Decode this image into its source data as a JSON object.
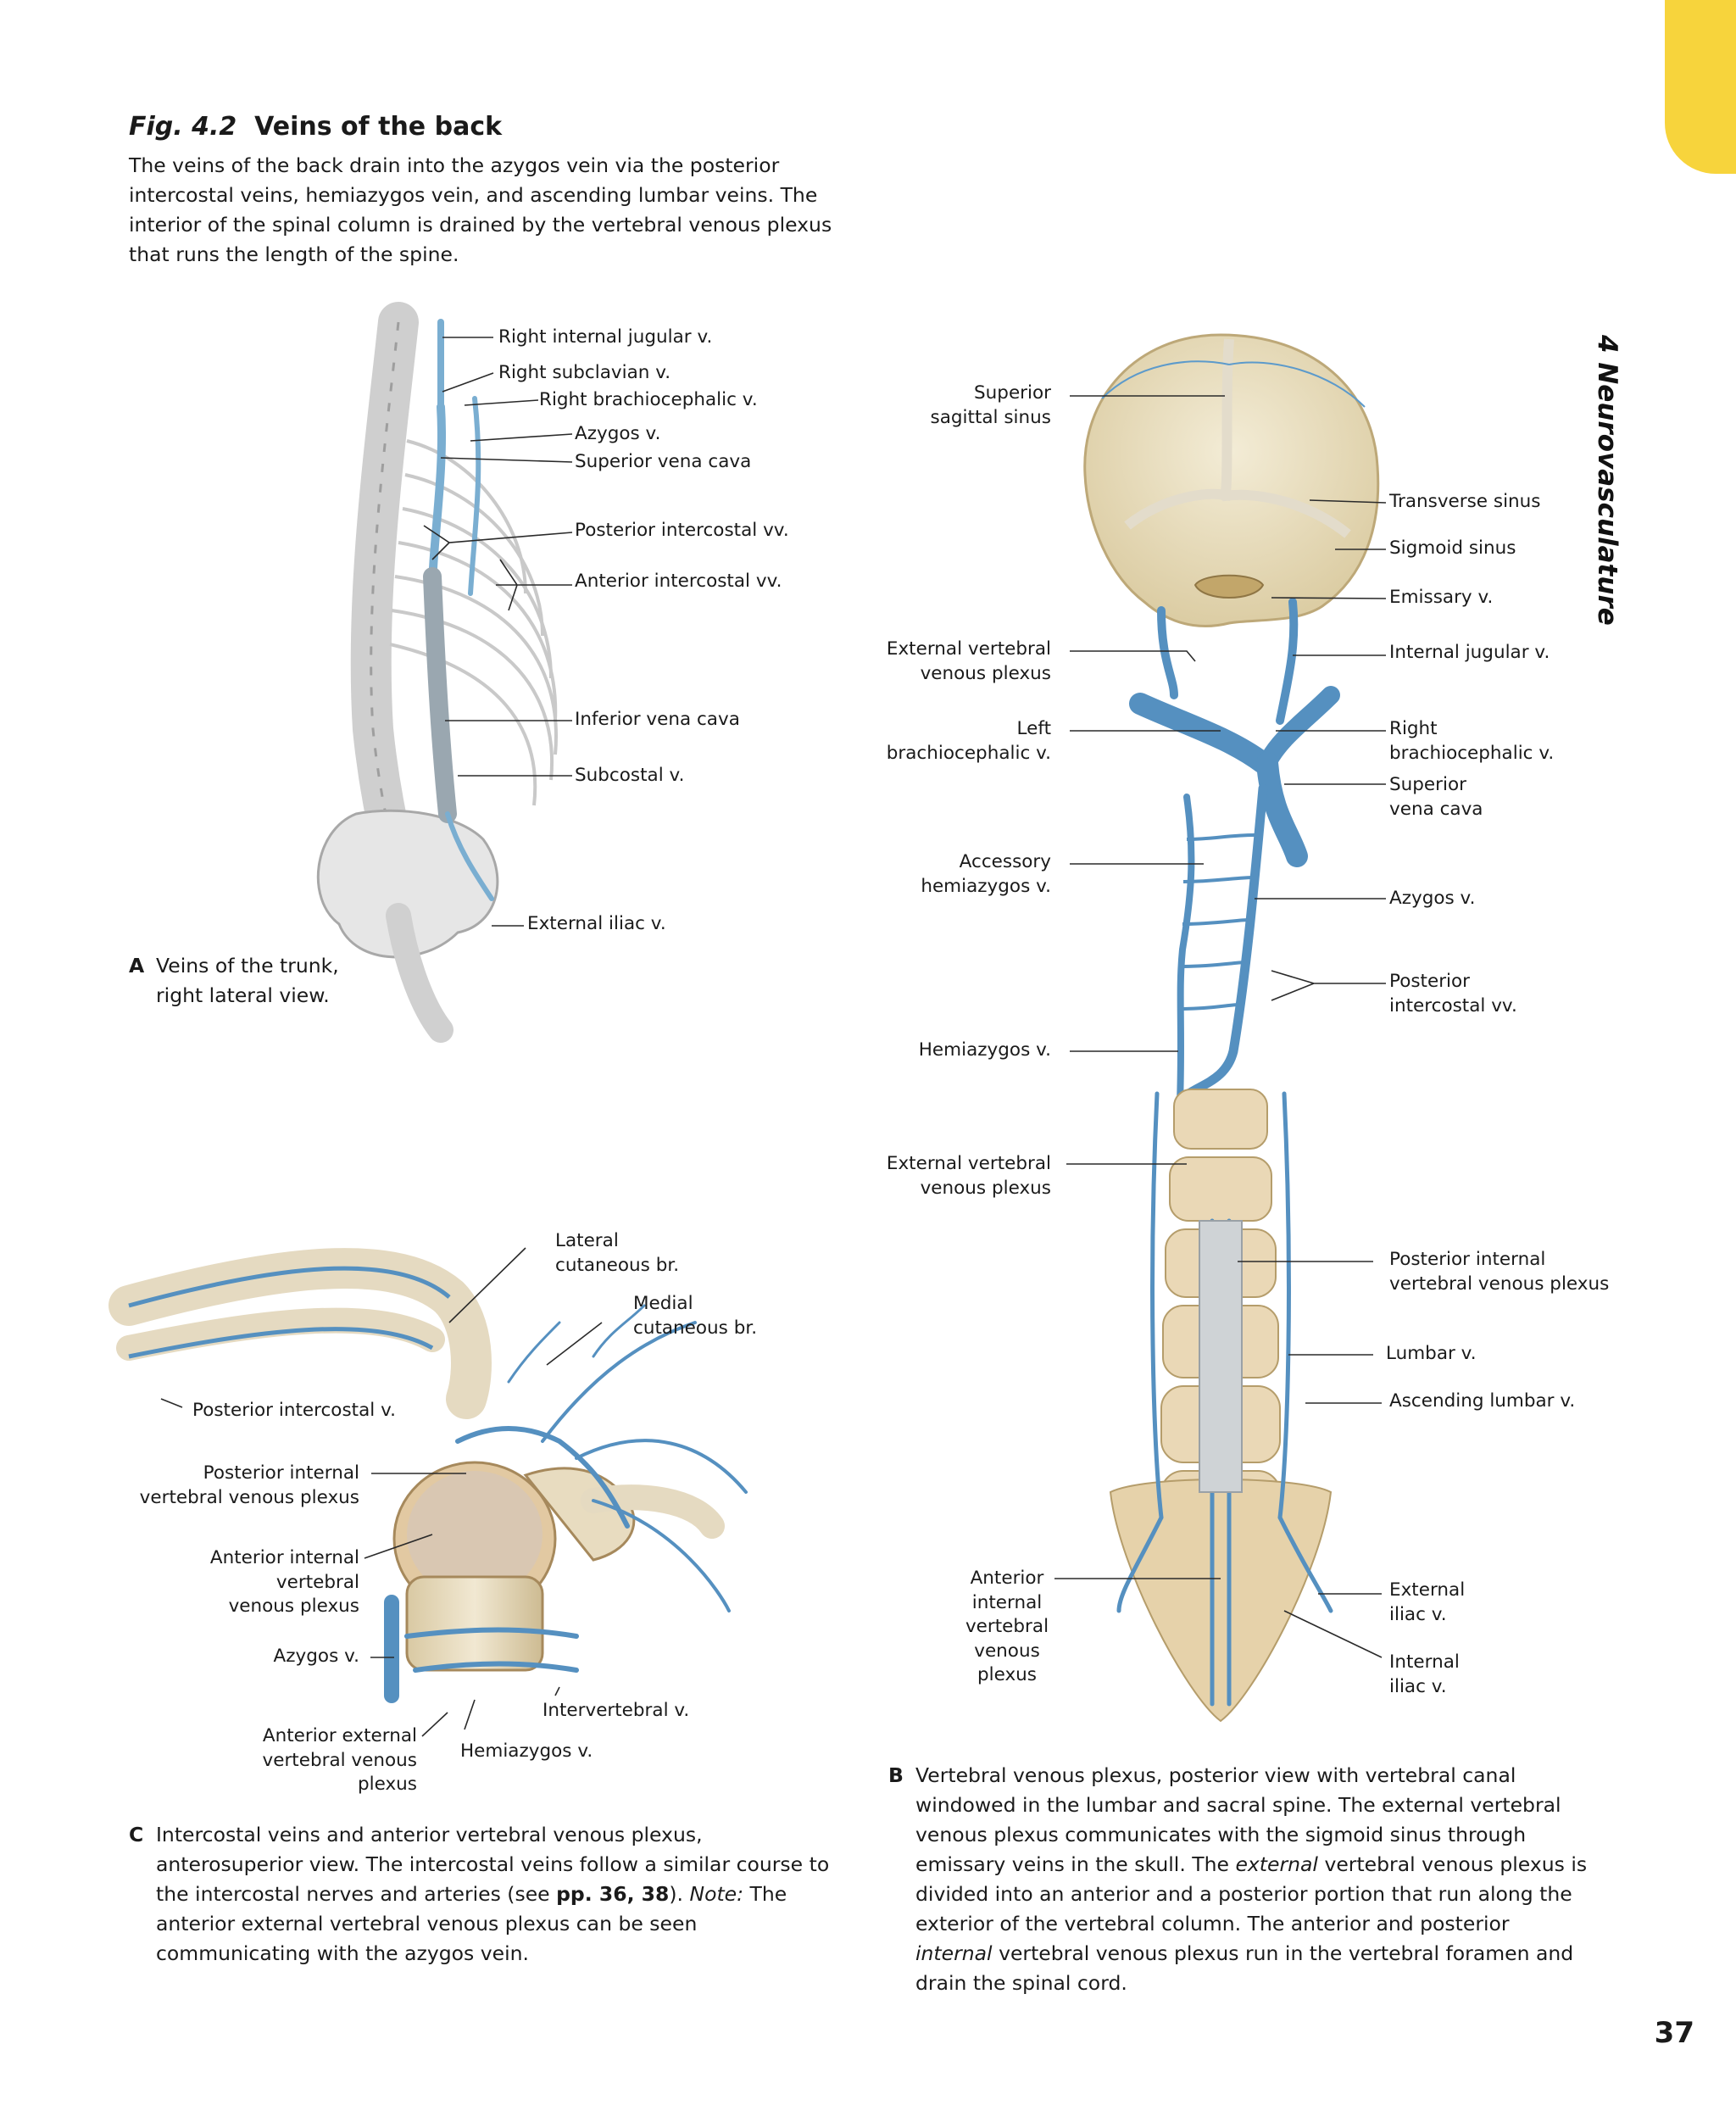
{
  "chapter_tab": "4 Neurovasculature",
  "page_number": "37",
  "figure": {
    "number": "Fig. 4.2",
    "title": "Veins of the back",
    "intro": "The veins of the back drain into the azygos vein via the posterior intercostal veins, hemiazygos vein, and ascending lumbar veins. The interior of the spinal column is drained by the vertebral venous plexus that runs the length of the spine."
  },
  "panel_a": {
    "letter": "A",
    "caption": "Veins of the trunk, right lateral view.",
    "labels": {
      "right_internal_jugular": "Right internal jugular v.",
      "right_subclavian": "Right subclavian v.",
      "right_brachiocephalic": "Right brachiocephalic v.",
      "azygos": "Azygos v.",
      "superior_vena_cava": "Superior vena cava",
      "posterior_intercostal": "Posterior intercostal vv.",
      "anterior_intercostal": "Anterior intercostal vv.",
      "inferior_vena_cava": "Inferior vena cava",
      "subcostal": "Subcostal v.",
      "external_iliac": "External iliac v."
    }
  },
  "panel_b": {
    "letter": "B",
    "caption_parts": {
      "p1": "Vertebral venous plexus, posterior view with vertebral canal windowed in the lumbar and sacral spine. The external vertebral venous plexus communicates with the sigmoid sinus through emissary veins in the skull. The ",
      "em1": "external",
      "p2": " vertebral venous plexus is divided into an anterior and a posterior portion that run along the exterior of the vertebral column. The anterior and posterior ",
      "em2": "internal",
      "p3": " vertebral venous plexus run in the vertebral foramen and drain the spinal cord."
    },
    "labels": {
      "superior_sagittal_sinus": "Superior sagittal sinus",
      "transverse_sinus": "Transverse sinus",
      "sigmoid_sinus": "Sigmoid sinus",
      "emissary": "Emissary v.",
      "external_vertebral_upper": "External vertebral venous plexus",
      "internal_jugular": "Internal jugular v.",
      "left_brachiocephalic": "Left brachiocephalic v.",
      "right_brachiocephalic": "Right brachiocephalic v.",
      "superior_vena_cava": "Superior vena cava",
      "accessory_hemiazygos": "Accessory hemiazygos v.",
      "azygos": "Azygos v.",
      "posterior_intercostal": "Posterior intercostal vv.",
      "hemiazygos": "Hemiazygos v.",
      "external_vertebral_lower": "External vertebral venous plexus",
      "posterior_internal_plexus": "Posterior internal vertebral venous plexus",
      "lumbar": "Lumbar v.",
      "ascending_lumbar": "Ascending lumbar v.",
      "anterior_internal_plexus": "Anterior internal vertebral venous plexus",
      "external_iliac": "External iliac v.",
      "internal_iliac": "Internal iliac v."
    }
  },
  "panel_c": {
    "letter": "C",
    "caption_parts": {
      "p1": "Intercostal veins and anterior vertebral venous plexus, anterosuperior view. The intercostal veins follow a similar course to the intercostal nerves and arteries (see ",
      "bold": "pp. 36, 38",
      "p2": "). ",
      "note": "Note:",
      "p3": " The anterior external vertebral venous plexus can be seen communicating with the azygos vein."
    },
    "labels": {
      "lateral_cutaneous": "Lateral cutaneous br.",
      "medial_cutaneous": "Medial cutaneous br.",
      "posterior_intercostal": "Posterior intercostal v.",
      "posterior_internal_plexus": "Posterior internal vertebral venous plexus",
      "anterior_internal_plexus": "Anterior internal vertebral venous plexus",
      "azygos": "Azygos v.",
      "intervertebral": "Intervertebral v.",
      "anterior_external_plexus": "Anterior external vertebral venous plexus",
      "hemiazygos": "Hemiazygos v."
    }
  },
  "colors": {
    "vein": "#4f92c4",
    "bone": "#e8dcc0",
    "tab": "#f7d43c"
  }
}
